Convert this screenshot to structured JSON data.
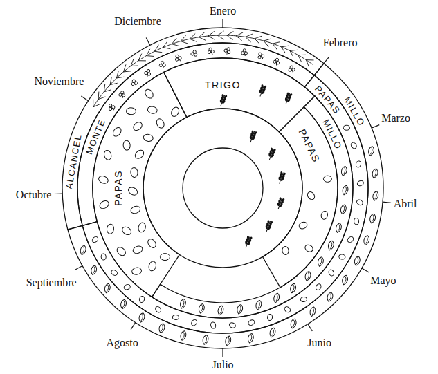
{
  "diagram": {
    "nodes": [
      {
        "text": [
          "ALCANCEL"
        ]
      },
      {
        "text": [
          "MONTE"
        ]
      },
      {
        "text": [
          "PAPAS"
        ]
      },
      {
        "text": [
          "TRIGO"
        ]
      },
      {
        "text": [
          "PAPAS"
        ]
      },
      {
        "text": [
          "MILLO"
        ]
      },
      {
        "text": [
          "PAPAS"
        ]
      },
      {
        "text": [
          "MILLO"
        ]
      }
    ],
    "labels": [
      "Enero",
      "Febrero",
      "Marzo",
      "Abril",
      "Mayo",
      "Junio",
      "Julio",
      "Agosto",
      "Septiembre",
      "Octubre",
      "Noviembre",
      "Diciembre"
    ]
  }
}
